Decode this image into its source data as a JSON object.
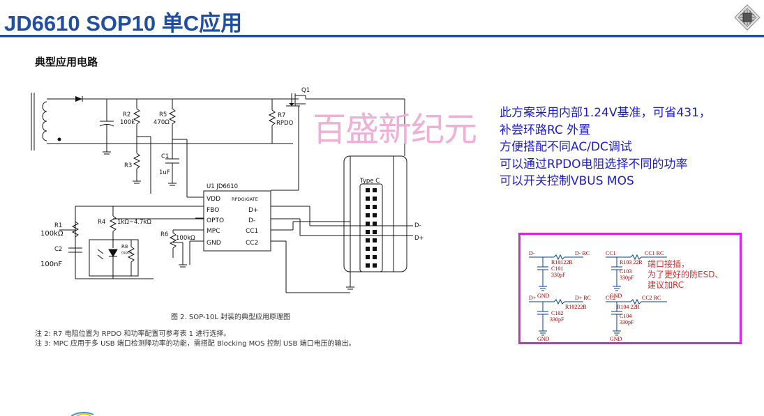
{
  "slide": {
    "title": "JD6610 SOP10 单C应用",
    "subtitle": "典型应用电路",
    "watermark": "百盛新纪元"
  },
  "schematic": {
    "caption": "图 2. SOP-10L 封装的典型应用原理图",
    "components": {
      "q1": "Q1",
      "r2": "R2",
      "r2_val": "100k",
      "r5": "R5",
      "r5_val": "470Ω",
      "r7": "R7",
      "r7_val": "RPDO",
      "c1": "C1",
      "c1_val": "1uF",
      "r3": "R3",
      "u1": "U1 JD6610",
      "r1": "R1",
      "r1_val": "100kΩ",
      "c2": "C2",
      "c2_val": "100nF",
      "r4": "R4",
      "r4_val": "1kΩ~4.7kΩ",
      "r8": "R8",
      "r8_opt": "(opt.)",
      "r6": "R6",
      "r6_val": "100kΩ",
      "typec": "Type C",
      "dminus": "D-",
      "dplus": "D+"
    },
    "pins_left": [
      "VDD",
      "FBO",
      "OPTO",
      "MPC",
      "GND"
    ],
    "pins_right": [
      "RPDO/GATE",
      "D+",
      "D-",
      "CC1",
      "CC2"
    ]
  },
  "notes": [
    "注 2: R7 电阻位置为 RPDO 和功率配置可参考表 1 进行选择。",
    "注 3: MPC 应用于多 USB 端口检测降功率的功能，需搭配 Blocking MOS 控制 USB 端口电压的输出。"
  ],
  "description": [
    "此方案采用内部1.24V基准，可省431，",
    "补尝环路RC 外置",
    "方便搭配不同AC/DC调试",
    "可以通过RPDO电阻选择不同的功率",
    "可以开关控制VBUS MOS"
  ],
  "esd": {
    "labels": {
      "dminus": "D-",
      "dminus_rc": "D- RC",
      "r101": "R10122R",
      "c101": "C101",
      "c101_val": "330pF",
      "cc1": "CC1",
      "cc1_rc": "CC1 RC",
      "r103": "R103 22R",
      "c103": "C103",
      "c103_val": "330pF",
      "dplus": "D+",
      "dplus_rc": "D+ RC",
      "r102": "R10222R",
      "c102": "C102",
      "c102_val": "330pF",
      "cc2": "CC2",
      "cc2_rc": "CC2 RC",
      "r104": "R104 22R",
      "c104": "C104",
      "c104_val": "330pF",
      "gnd": "GND"
    },
    "note": [
      "端口接插，",
      "为了更好的防ESD、",
      "建议加RC"
    ]
  },
  "colors": {
    "title": "#1f4ea3",
    "description": "#1a1ad6",
    "watermark": "#efafd6",
    "esd_border": "#e020e0",
    "esd_red": "#a00000"
  }
}
